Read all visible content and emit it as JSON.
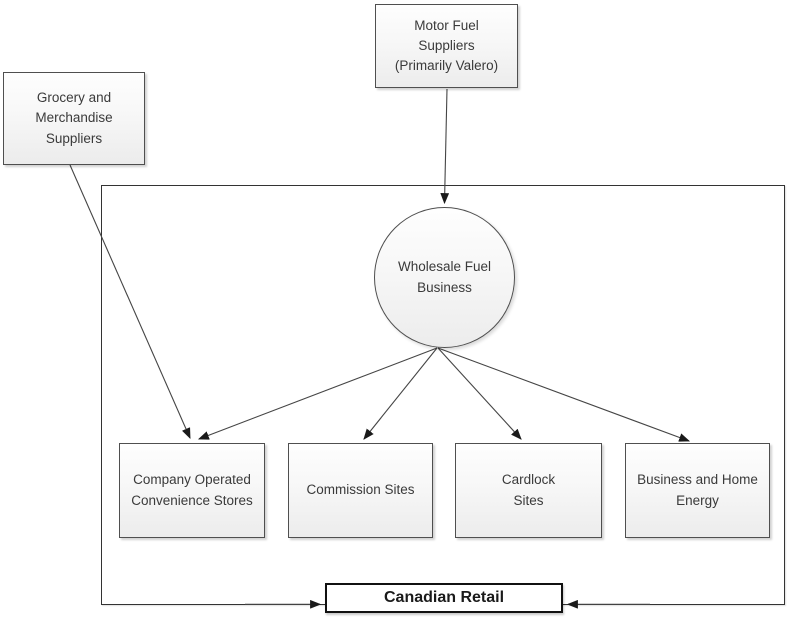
{
  "diagram": {
    "type": "flow-diagram",
    "colors": {
      "node_border": "#4f4f4f",
      "node_fill_top": "#fefefe",
      "node_fill_bottom": "#ececec",
      "container_border": "#333333",
      "retail_border": "#111111",
      "connector_line": "#454545",
      "text": "#3a3a3a"
    },
    "nodes": {
      "motor_fuel": {
        "shape": "rectangle",
        "lines": [
          "Motor Fuel",
          "Suppliers",
          "(Primarily Valero)"
        ]
      },
      "grocery": {
        "shape": "rectangle",
        "lines": [
          "Grocery and",
          "Merchandise",
          "Suppliers"
        ]
      },
      "wholesale": {
        "shape": "circle",
        "lines": [
          "Wholesale Fuel",
          "Business"
        ]
      },
      "convenience": {
        "shape": "rectangle",
        "lines": [
          "Company Operated",
          "Convenience Stores"
        ]
      },
      "commission": {
        "shape": "rectangle",
        "lines": [
          "Commission Sites"
        ]
      },
      "cardlock": {
        "shape": "rectangle",
        "lines": [
          "Cardlock",
          "Sites"
        ]
      },
      "energy": {
        "shape": "rectangle",
        "lines": [
          "Business and Home",
          "Energy"
        ]
      },
      "retail": {
        "shape": "rectangle-bold",
        "label": "Canadian Retail"
      }
    },
    "edges": [
      {
        "from": "motor_fuel",
        "to": "wholesale"
      },
      {
        "from": "grocery",
        "to": "convenience"
      },
      {
        "from": "wholesale",
        "to": "convenience"
      },
      {
        "from": "wholesale",
        "to": "commission"
      },
      {
        "from": "wholesale",
        "to": "cardlock"
      },
      {
        "from": "wholesale",
        "to": "energy"
      },
      {
        "from": "container-bottom-left",
        "to": "retail"
      },
      {
        "from": "container-bottom-right",
        "to": "retail"
      }
    ]
  }
}
